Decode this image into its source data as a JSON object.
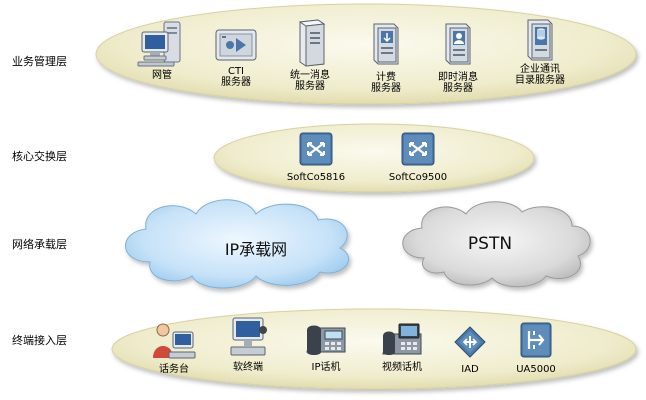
{
  "layers": {
    "business": "业务管理层",
    "core": "核心交换层",
    "network": "网络承载层",
    "terminal": "终端接入层"
  },
  "business_nodes": {
    "nms": [
      "网管"
    ],
    "cti": [
      "CTI",
      "服务器"
    ],
    "ums": [
      "统一消息",
      "服务器"
    ],
    "billing": [
      "计费",
      "服务器"
    ],
    "im": [
      "即时消息",
      "服务器"
    ],
    "directory": [
      "企业通讯",
      "目录服务器"
    ]
  },
  "core_nodes": {
    "sc5816": "SoftCo5816",
    "sc9500": "SoftCo9500"
  },
  "networks": {
    "ip": "IP承载网",
    "pstn": "PSTN"
  },
  "terminal_nodes": {
    "console": "话务台",
    "softphone": "软终端",
    "ipphone": "IP话机",
    "videophone": "视频话机",
    "iad": "IAD",
    "ua5000": "UA5000"
  },
  "colors": {
    "ellipse_fill": "#efeccc",
    "ellipse_edge": "#dcd6a4",
    "ip_cloud": "#bcdcf6",
    "pstn_cloud": "#d6d6d6",
    "switch_blue": "#4b79a8"
  }
}
